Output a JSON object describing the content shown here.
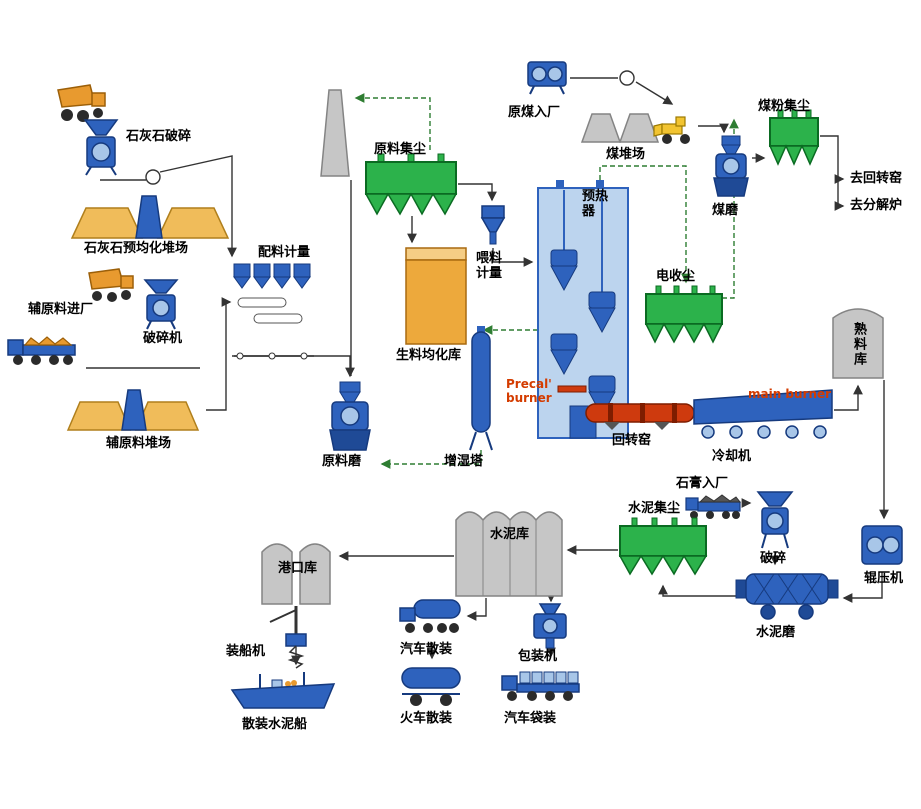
{
  "labels": {
    "limestone_crushing": "石灰石破碎",
    "limestone_yard": "石灰石预均化堆场",
    "aux_material_in": "辅原料进厂",
    "aux_crusher": "破碎机",
    "aux_yard": "辅原料堆场",
    "batching": "配料计量",
    "raw_dust_collector": "原料集尘",
    "raw_meal_silo": "生料均化库",
    "feeding_metering": "喂料计量",
    "preheater": "预热器",
    "raw_mill": "原料磨",
    "humidifier_tower": "增湿塔",
    "coal_in": "原煤入厂",
    "coal_yard": "煤堆场",
    "coal_dust_collector": "煤粉集尘",
    "coal_mill": "煤磨",
    "to_rotary_kiln": "去回转窑",
    "to_calciner": "去分解炉",
    "esp": "电收尘",
    "clinker_silo": "熟料库",
    "precal_burner": "Precal' burner",
    "main_burner": "main burner",
    "rotary_kiln": "回转窑",
    "cooler": "冷却机",
    "gypsum_in": "石膏入厂",
    "cement_dust_collector": "水泥集尘",
    "gypsum_crushing": "破碎",
    "roller_press": "辊压机",
    "cement_mill": "水泥磨",
    "cement_silo": "水泥库",
    "port_silo": "港口库",
    "ship_loader": "装船机",
    "bulk_cement_ship": "散装水泥船",
    "truck_bulk": "汽车散装",
    "train_bulk": "火车散装",
    "packing_machine": "包装机",
    "truck_bagged": "汽车袋装"
  },
  "palette": {
    "equipment_blue": "#2e62bd",
    "equipment_blue_dark": "#163a7e",
    "equipment_blue_light": "#a8c6e8",
    "dust_green": "#2cb24b",
    "dust_green_dark": "#0b6b22",
    "material_orange": "#e89a2f",
    "stockpile_sand": "#f0bc5a",
    "silo_gray": "#c6c6c6",
    "kiln_red": "#ce3a0e",
    "loader_yellow": "#f2c431",
    "burner_text_red": "#d43c00",
    "line_dark": "#333333",
    "gas_line_green": "#2e7d32"
  }
}
